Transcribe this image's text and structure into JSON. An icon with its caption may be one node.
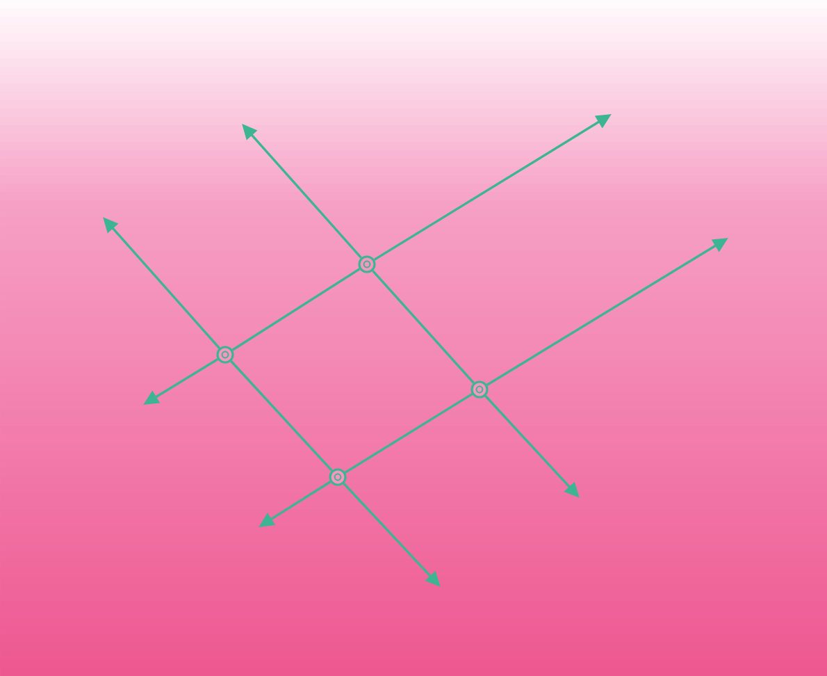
{
  "diagram": {
    "nodes": [
      {
        "text": [],
        "shape": "circle"
      },
      {
        "text": [],
        "shape": "circle"
      },
      {
        "text": [],
        "shape": "circle"
      },
      {
        "text": [],
        "shape": "circle"
      }
    ],
    "edges": [
      {
        "from": 1,
        "to": 0,
        "arrow": "none"
      },
      {
        "from": 3,
        "to": 2,
        "arrow": "none"
      },
      {
        "from": 1,
        "to": 3,
        "arrow": "none"
      },
      {
        "from": 0,
        "to": 2,
        "arrow": "none"
      },
      {
        "from": 1,
        "to": null,
        "arrow": "to"
      },
      {
        "from": 0,
        "to": null,
        "arrow": "to"
      },
      {
        "from": 3,
        "to": null,
        "arrow": "to"
      },
      {
        "from": 2,
        "to": null,
        "arrow": "to"
      },
      {
        "from": 1,
        "to": null,
        "arrow": "to"
      },
      {
        "from": 3,
        "to": null,
        "arrow": "to"
      },
      {
        "from": 0,
        "to": null,
        "arrow": "to"
      },
      {
        "from": 2,
        "to": null,
        "arrow": "to"
      }
    ]
  }
}
